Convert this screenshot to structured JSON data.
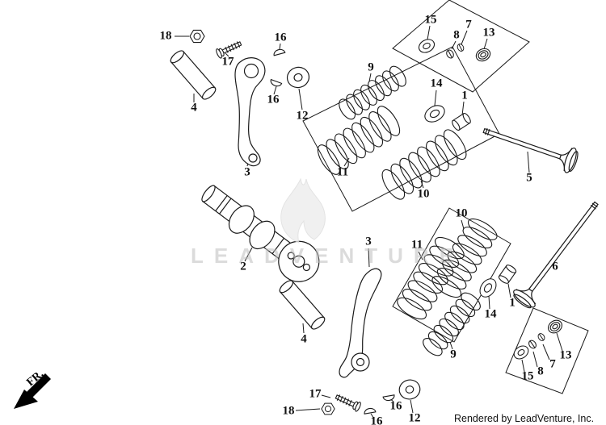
{
  "diagram": {
    "watermark": "LEADVENTURE",
    "credit": "Rendered by LeadVenture, Inc.",
    "orientation_label": "FR.",
    "background_color": "#ffffff",
    "line_color": "#1a1a1a",
    "watermark_color": "#bfbfbf"
  },
  "callouts": [
    {
      "label": "18"
    },
    {
      "label": "17"
    },
    {
      "label": "4"
    },
    {
      "label": "3"
    },
    {
      "label": "16"
    },
    {
      "label": "16"
    },
    {
      "label": "12"
    },
    {
      "label": "9"
    },
    {
      "label": "11"
    },
    {
      "label": "10"
    },
    {
      "label": "14"
    },
    {
      "label": "1"
    },
    {
      "label": "15"
    },
    {
      "label": "8"
    },
    {
      "label": "7"
    },
    {
      "label": "13"
    },
    {
      "label": "5"
    },
    {
      "label": "2"
    },
    {
      "label": "6"
    },
    {
      "label": "10"
    },
    {
      "label": "11"
    },
    {
      "label": "3"
    },
    {
      "label": "4"
    },
    {
      "label": "9"
    },
    {
      "label": "1"
    },
    {
      "label": "14"
    },
    {
      "label": "15"
    },
    {
      "label": "8"
    },
    {
      "label": "7"
    },
    {
      "label": "13"
    },
    {
      "label": "17"
    },
    {
      "label": "18"
    },
    {
      "label": "16"
    },
    {
      "label": "12"
    },
    {
      "label": "16"
    }
  ]
}
